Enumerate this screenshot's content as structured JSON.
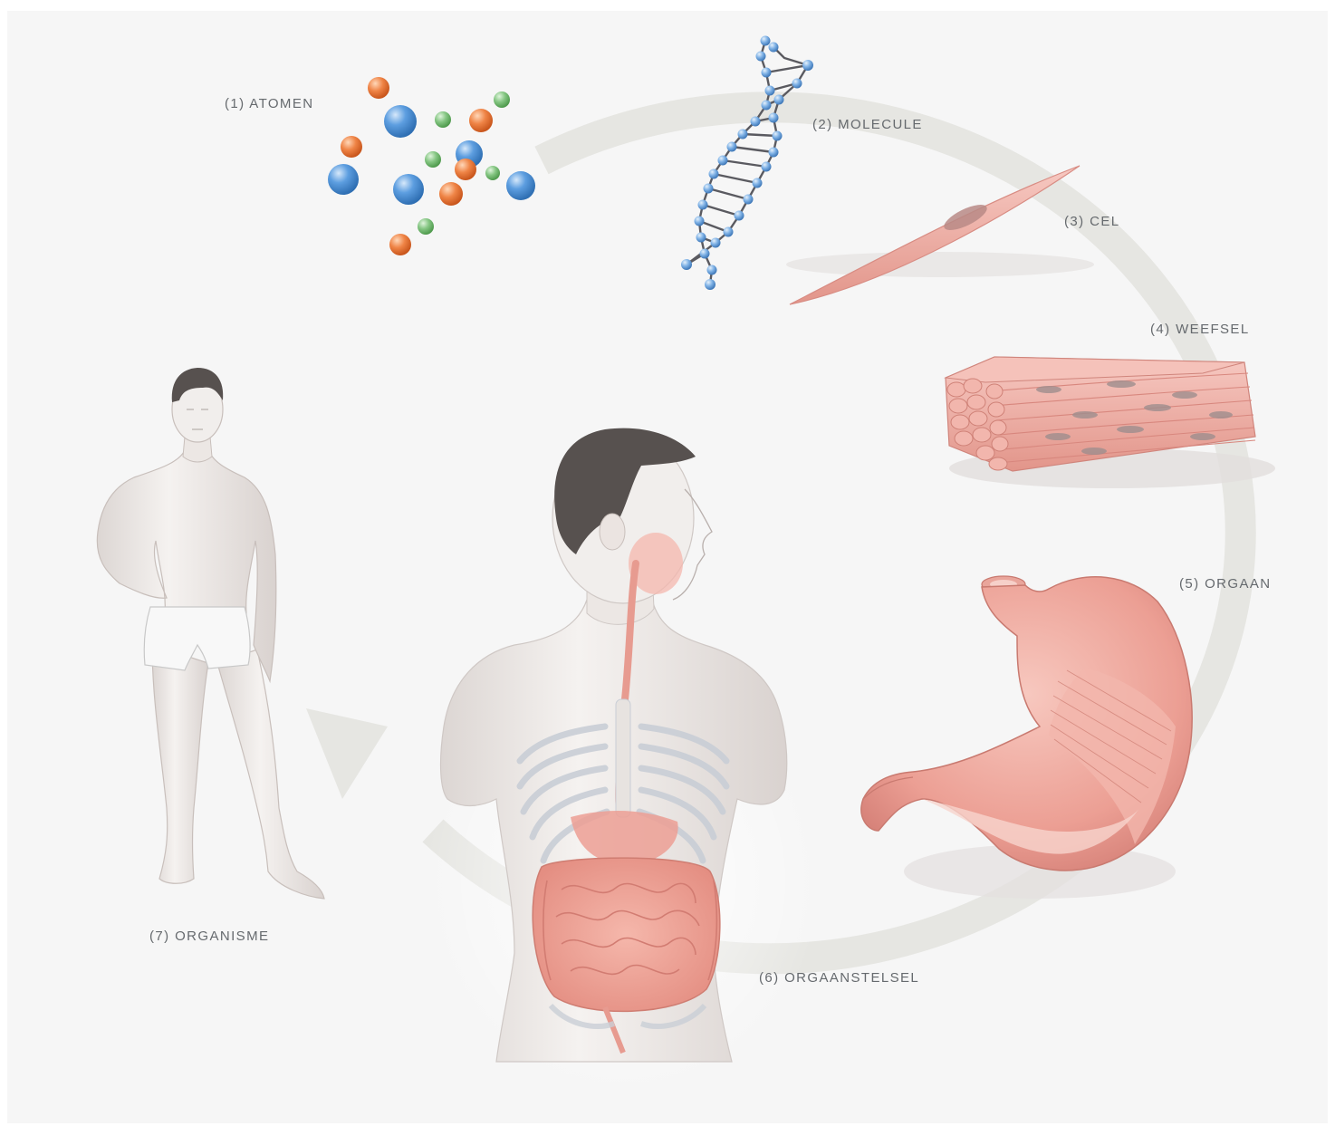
{
  "stages": [
    {
      "id": "atoms",
      "label": "(1) ATOMEN"
    },
    {
      "id": "molecule",
      "label": "(2) MOLECULE"
    },
    {
      "id": "cell",
      "label": "(3) CEL"
    },
    {
      "id": "tissue",
      "label": "(4) WEEFSEL"
    },
    {
      "id": "organ",
      "label": "(5) ORGAAN"
    },
    {
      "id": "organ-system",
      "label": "(6) ORGAANSTELSEL"
    },
    {
      "id": "organism",
      "label": "(7) ORGANISME"
    }
  ],
  "colors": {
    "background": "#f6f6f6",
    "label_text": "#666a6e",
    "cycle_arrow": "#e6e6e2",
    "atom_orange": "#ec7b3e",
    "atom_green": "#7cc07a",
    "atom_blue": "#4a8ed4",
    "tissue_pink": "#eea9a0",
    "nucleus_grey": "#9a8f90",
    "skin": "#f1eeec",
    "hair": "#57514f"
  },
  "icons": [
    "atoms-icon",
    "dna-helix-icon",
    "muscle-cell-icon",
    "muscle-tissue-icon",
    "stomach-icon",
    "digestive-system-icon",
    "human-body-icon"
  ]
}
